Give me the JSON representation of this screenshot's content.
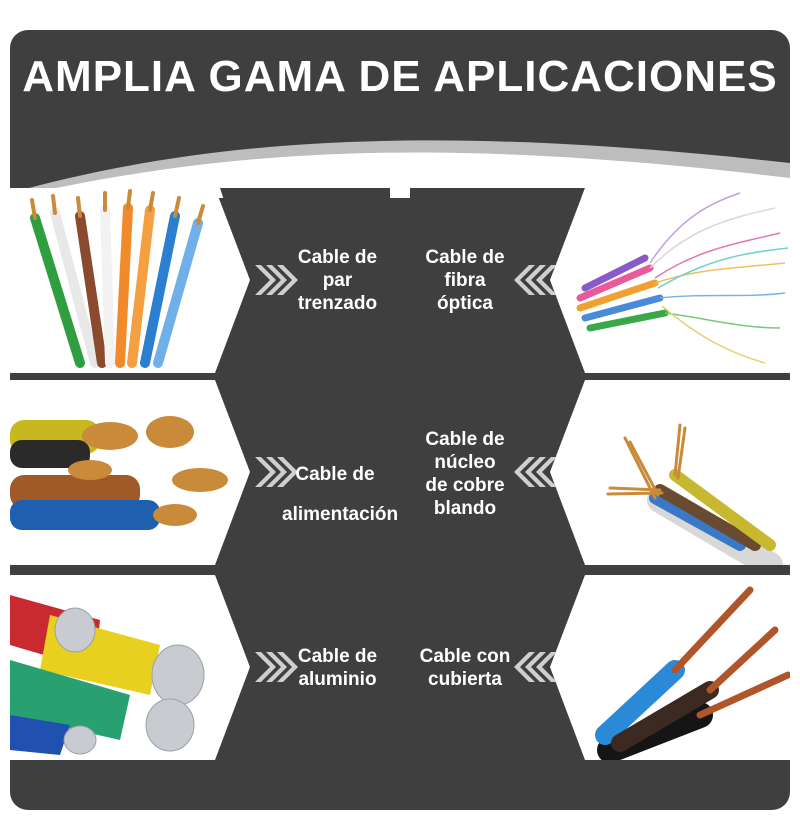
{
  "title": "AMPLIA GAMA DE APLICACIONES",
  "colors": {
    "background": "#3f3f3f",
    "panel_white": "#ffffff",
    "chevron": "#cfcfcf",
    "text": "#ffffff"
  },
  "items": [
    {
      "lines": [
        "Cable de",
        "par",
        "trenzado"
      ],
      "image": "twisted-pair-cable-photo"
    },
    {
      "lines": [
        "Cable de",
        "fibra",
        "óptica"
      ],
      "image": "fiber-optic-cable-photo"
    },
    {
      "lines": [
        "Cable de",
        "alimentación"
      ],
      "image": "power-cable-photo"
    },
    {
      "lines": [
        "Cable de",
        "núcleo",
        "de cobre",
        "blando"
      ],
      "image": "soft-copper-core-cable-photo"
    },
    {
      "lines": [
        "Cable de",
        "aluminio"
      ],
      "image": "aluminum-cable-photo"
    },
    {
      "lines": [
        "Cable con",
        "cubierta"
      ],
      "image": "sheathed-cable-photo"
    }
  ]
}
